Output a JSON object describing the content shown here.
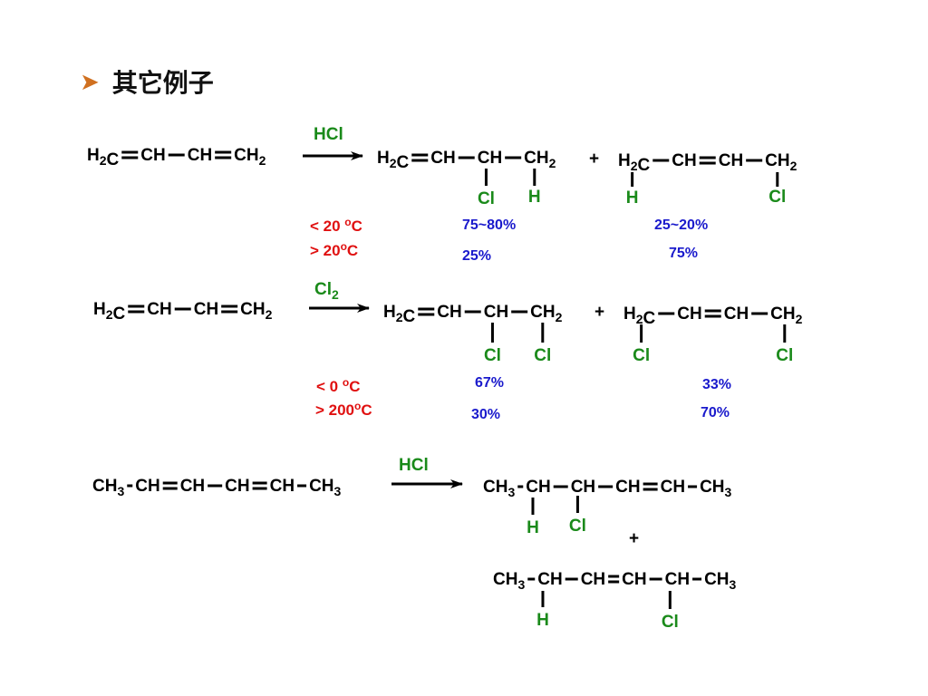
{
  "title": "其它例子",
  "bullet_icon": "arrow-bullet",
  "colors": {
    "molecule": "#000000",
    "reagent": "#1a8a1a",
    "substituent": "#1a8a1a",
    "condition": "#e01010",
    "yield": "#1a1acc",
    "bullet": "#d07020"
  },
  "reactions": [
    {
      "reactant": {
        "g1": "H2C",
        "g2": "CH",
        "g3": "CH",
        "g4": "CH2"
      },
      "reagent": "HCl",
      "product1": {
        "g1": "H2C",
        "g2": "CH",
        "g3": "CH",
        "g4": "CH2",
        "sub3": "Cl",
        "sub4": "H"
      },
      "plus": "+",
      "product2": {
        "g1": "H2C",
        "g2": "CH",
        "g3": "CH",
        "g4": "CH2",
        "sub1": "H",
        "sub4": "Cl"
      },
      "conditions": [
        {
          "text": "< 20 °C",
          "yield1": "75~80%",
          "yield2": "25~20%"
        },
        {
          "text": "> 20°C",
          "yield1": "25%",
          "yield2": "75%"
        }
      ]
    },
    {
      "reactant": {
        "g1": "H2C",
        "g2": "CH",
        "g3": "CH",
        "g4": "CH2"
      },
      "reagent": "Cl2",
      "product1": {
        "g1": "H2C",
        "g2": "CH",
        "g3": "CH",
        "g4": "CH2",
        "sub3": "Cl",
        "sub4": "Cl"
      },
      "plus": "+",
      "product2": {
        "g1": "H2C",
        "g2": "CH",
        "g3": "CH",
        "g4": "CH2",
        "sub1": "Cl",
        "sub4": "Cl"
      },
      "conditions": [
        {
          "text": "< 0 °C",
          "yield1": "67%",
          "yield2": "33%"
        },
        {
          "text": "> 200°C",
          "yield1": "30%",
          "yield2": "70%"
        }
      ]
    },
    {
      "reactant": {
        "g1": "CH3",
        "g2": "CH",
        "g3": "CH",
        "g4": "CH",
        "g5": "CH",
        "g6": "CH3"
      },
      "reagent": "HCl",
      "product1": {
        "g1": "CH3",
        "g2": "CH",
        "g3": "CH",
        "g4": "CH",
        "g5": "CH",
        "g6": "CH3",
        "sub2": "H",
        "sub3": "Cl"
      },
      "plus": "+",
      "product2": {
        "g1": "CH3",
        "g2": "CH",
        "g3": "CH",
        "g4": "CH",
        "g5": "CH",
        "g6": "CH3",
        "sub2": "H",
        "sub5": "Cl"
      }
    }
  ]
}
